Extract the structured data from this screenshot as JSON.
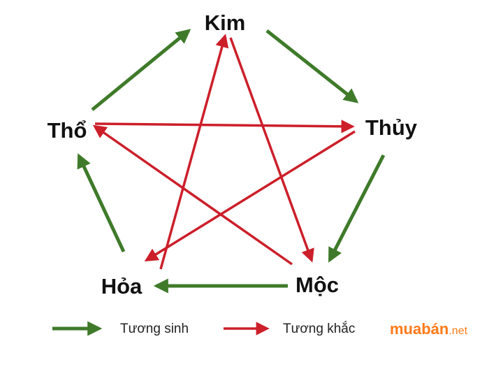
{
  "colors": {
    "generating": "#3f7a2a",
    "overcoming": "#cc1f2a",
    "logo": "#ff7a1a"
  },
  "nodes": {
    "kim": "Kim",
    "thuy": "Thủy",
    "moc": "Mộc",
    "hoa": "Hỏa",
    "tho": "Thổ"
  },
  "legend": {
    "generating_label": "Tương sinh",
    "overcoming_label": "Tương khắc"
  },
  "watermark": {
    "brand": "muabán",
    "suffix": ".net"
  }
}
